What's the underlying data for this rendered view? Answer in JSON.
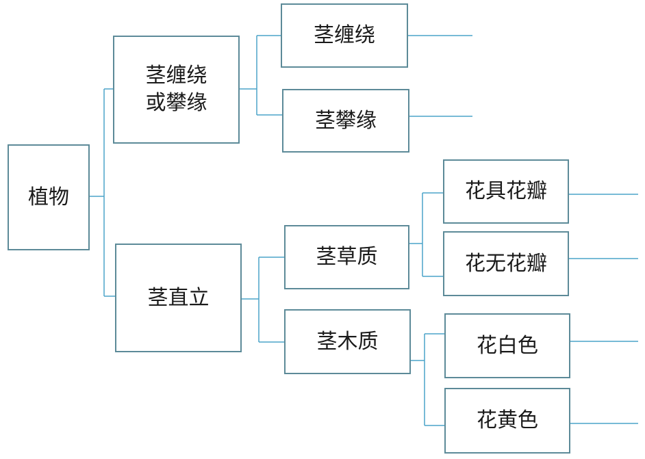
{
  "diagram": {
    "line_color": "#4aa3c9",
    "box_border_color": "#5c8a98",
    "nodes": {
      "root": "植物",
      "climb": "茎缠绕\n或攀缘",
      "twine": "茎缠绕",
      "clamber": "茎攀缘",
      "erect": "茎直立",
      "herb": "茎草质",
      "wood": "茎木质",
      "petals": "花具花瓣",
      "nopetals": "花无花瓣",
      "white": "花白色",
      "yellow": "花黄色"
    }
  }
}
